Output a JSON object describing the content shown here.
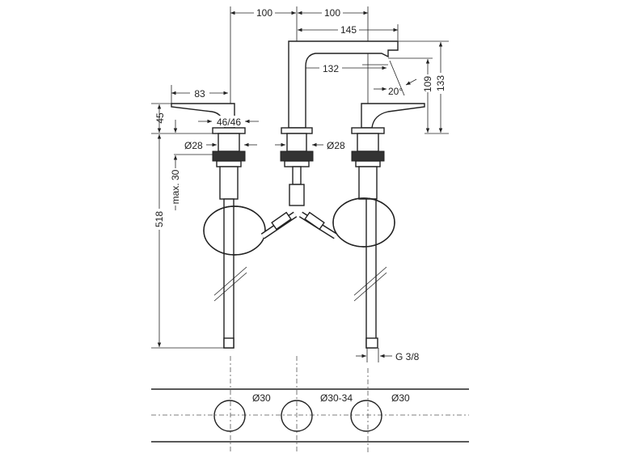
{
  "drawing": {
    "dimensions": {
      "spacing_left": "100",
      "spacing_right": "100",
      "spout_reach": "145",
      "spout_outlet": "132",
      "spray_angle": "20°",
      "outlet_height": "109",
      "spout_height": "133",
      "handle_length": "83",
      "handle_height": "45",
      "handle_base": "46/46",
      "diameter_left": "Ø28",
      "diameter_center": "Ø28",
      "max_thickness": "max. 30",
      "hose_length": "518",
      "thread": "G 3/8"
    },
    "plan_view": {
      "hole_left": "Ø30",
      "hole_center": "Ø30-34",
      "hole_right": "Ø30"
    }
  }
}
